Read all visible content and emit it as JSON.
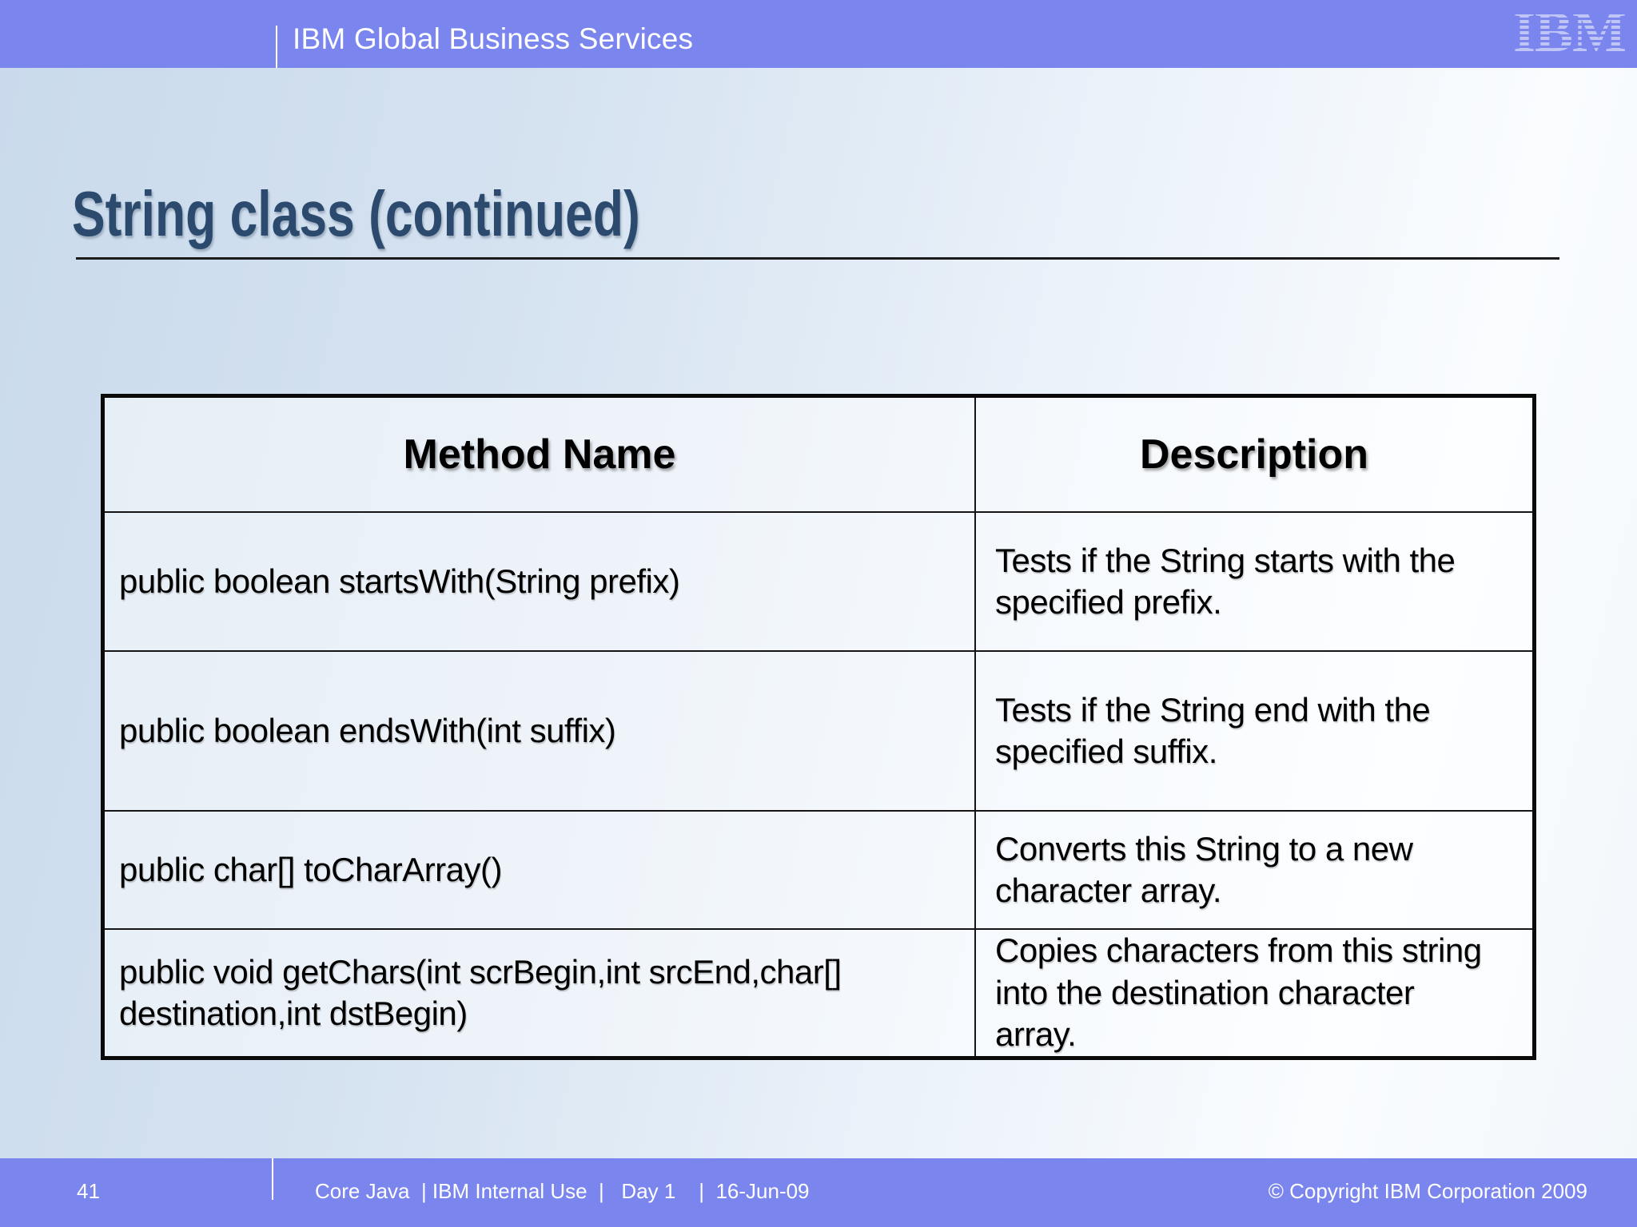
{
  "colors": {
    "bar": "#7a85ee",
    "bar_text": "#ffffff",
    "logo": "#c0c5f7",
    "title": "#2b4a6d",
    "table_border": "#0a0a0a"
  },
  "header": {
    "brand": "IBM Global Business Services",
    "logo_text": "IBM"
  },
  "slide": {
    "title": "String class (continued)"
  },
  "table": {
    "columns": [
      "Method Name",
      "Description"
    ],
    "rows": [
      {
        "method": "public boolean startsWith(String prefix)",
        "description": "Tests if the String starts with the specified prefix."
      },
      {
        "method": "public boolean endsWith(int suffix)",
        "description": "Tests if the String end with the specified suffix."
      },
      {
        "method": "public char[] toCharArray()",
        "description": "Converts this String to a new character array."
      },
      {
        "method": "public void getChars(int scrBegin,int srcEnd,char[] destination,int dstBegin)",
        "description": "Copies characters from this string into the destination character array."
      }
    ]
  },
  "footer": {
    "page_number": "41",
    "center_text": "Core Java  | IBM Internal Use  |   Day 1    |  16-Jun-09",
    "copyright": "© Copyright IBM Corporation 2009"
  }
}
